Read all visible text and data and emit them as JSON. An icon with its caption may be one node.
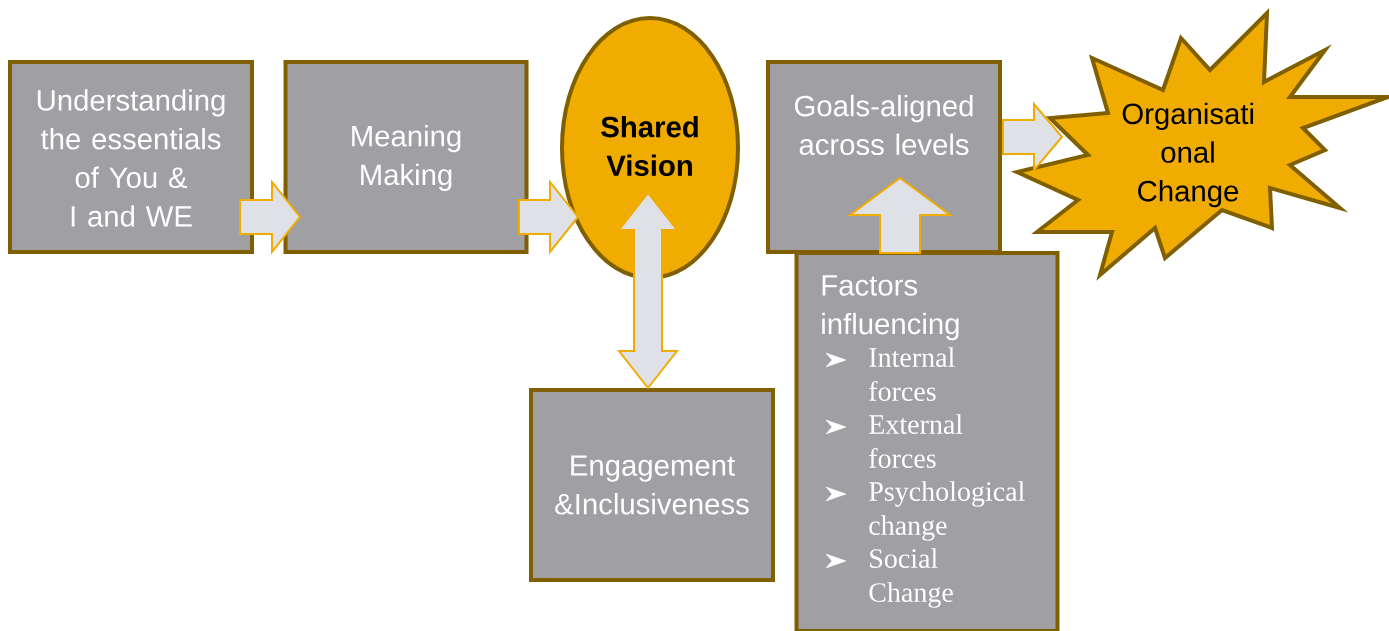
{
  "diagram": {
    "nodes": [
      {
        "text": [
          "Understanding the essentials of You & I and WE"
        ]
      },
      {
        "text": [
          "Meaning Making"
        ]
      },
      {
        "text": [
          "Shared Vision"
        ]
      },
      {
        "text": [
          "Goals-aligned across levels"
        ]
      },
      {
        "text": [
          "Organisati onal Change"
        ]
      },
      {
        "text": [
          "Engagement &Inclusiveness"
        ]
      },
      {
        "text": [
          "Factors influencing",
          "Internal forces",
          "External forces",
          "Psychological change",
          "Social Change"
        ]
      }
    ],
    "edges": [
      {
        "from": 0,
        "to": 1,
        "arrow": "to"
      },
      {
        "from": 1,
        "to": 2,
        "arrow": "to"
      },
      {
        "from": 2,
        "to": 5,
        "arrow": "both"
      },
      {
        "from": 6,
        "to": 3,
        "arrow": "to"
      },
      {
        "from": 3,
        "to": 4,
        "arrow": "to"
      }
    ]
  }
}
